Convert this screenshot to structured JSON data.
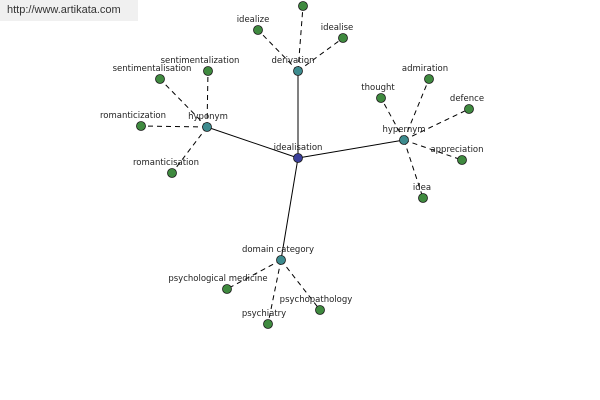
{
  "watermark": "http://www.artikata.com",
  "colors": {
    "root": "#3b3f9a",
    "relation": "#3d8b8e",
    "leaf": "#3f8a3f"
  },
  "graph": {
    "root": "idealisation",
    "relations": [
      {
        "id": "derivation",
        "label": "derivation",
        "leaves": [
          "idealize",
          "idealise",
          "idealisation-top"
        ]
      },
      {
        "id": "hyponym",
        "label": "hyponym",
        "leaves": [
          "sentimentalization",
          "sentimentalisation",
          "romanticization",
          "romanticisation"
        ]
      },
      {
        "id": "hypernym",
        "label": "hypernym",
        "leaves": [
          "thought",
          "admiration",
          "defence",
          "appreciation",
          "idea"
        ]
      },
      {
        "id": "domain-category",
        "label": "domain category",
        "leaves": [
          "psychological medicine",
          "psychopathology",
          "psychiatry"
        ]
      }
    ],
    "leaf_labels": {
      "idealize": "idealize",
      "idealise": "idealise",
      "idealisation-top": "",
      "sentimentalization": "sentimentalization",
      "sentimentalisation": "sentimentalisation",
      "romanticization": "romanticization",
      "romanticisation": "romanticisation",
      "thought": "thought",
      "admiration": "admiration",
      "defence": "defence",
      "appreciation": "appreciation",
      "idea": "idea",
      "psychological medicine": "psychological medicine",
      "psychopathology": "psychopathology",
      "psychiatry": "psychiatry"
    }
  }
}
